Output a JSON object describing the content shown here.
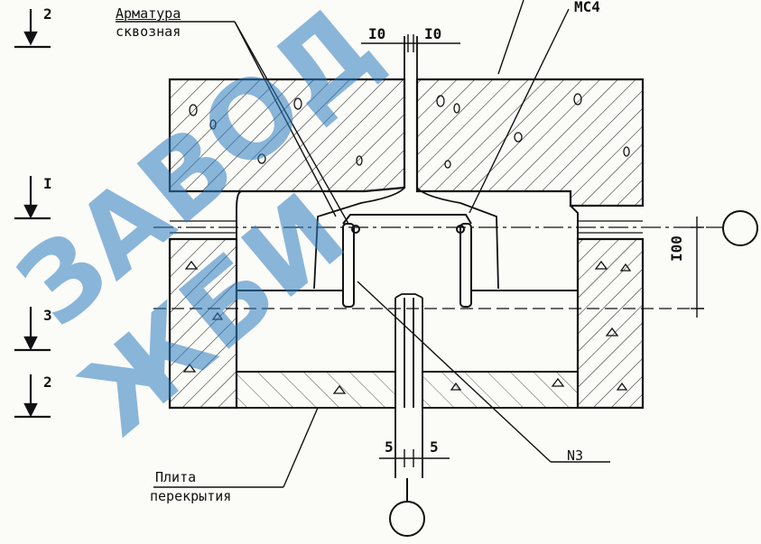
{
  "labels": {
    "armatura_line1": "Арматура",
    "armatura_line2": "сквозная",
    "mark_top_right": "МС4",
    "dim_top_left": "I0",
    "dim_top_right": "I0",
    "dim_side": "I00",
    "dim_bottom_left": "5",
    "dim_bottom_right": "5",
    "node_label": "N3",
    "plita_line1": "Плита",
    "plita_line2": "перекрытия"
  },
  "section_marks": [
    "2",
    "I",
    "3",
    "2"
  ],
  "watermark": {
    "line1": "ЗАВОД",
    "line2": "ЖБИ",
    "color": "#2d7cc1"
  },
  "colors": {
    "ink": "#141414",
    "paper": "#fbfbf8",
    "watermark": "#2d7cc1"
  }
}
